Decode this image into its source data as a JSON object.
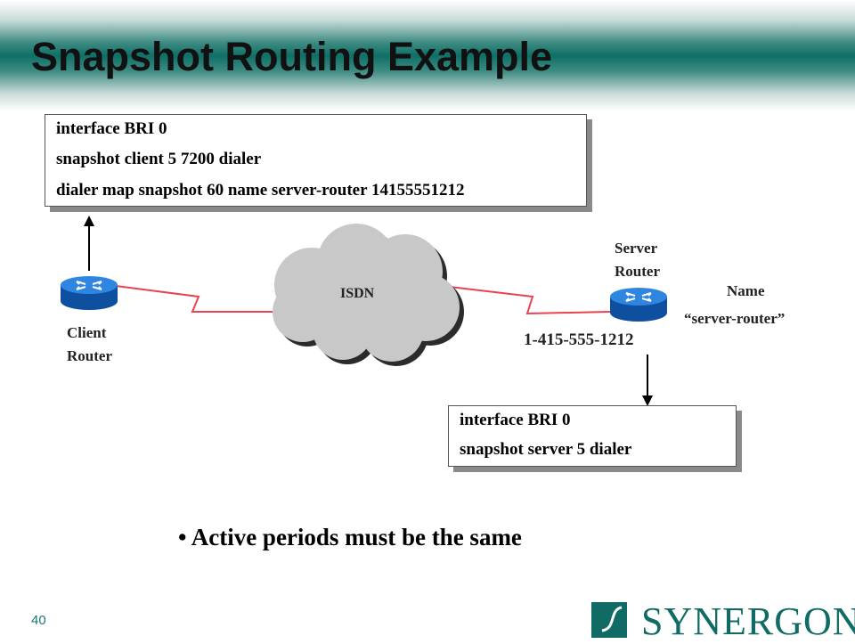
{
  "title": "Snapshot Routing Example",
  "client_config": {
    "lines": [
      "interface BRI 0",
      "snapshot client 5 7200 dialer",
      "dialer map snapshot 60 name server-router 14155551212"
    ]
  },
  "server_config": {
    "lines": [
      "interface BRI 0",
      "snapshot server 5 dialer"
    ]
  },
  "cloud_label": "ISDN",
  "client_router": {
    "line1": "Client",
    "line2": "Router"
  },
  "server_router": {
    "line1": "Server",
    "line2": "Router"
  },
  "server_name": {
    "label": "Name",
    "value": "“server-router”"
  },
  "phone_number": "1-415-555-1212",
  "bullet": "Active periods must be the same",
  "page_number": "40",
  "brand": "SYNERGON",
  "colors": {
    "link": "#e8434f",
    "accent": "#0f6f66",
    "router": "#1a6fd1"
  }
}
